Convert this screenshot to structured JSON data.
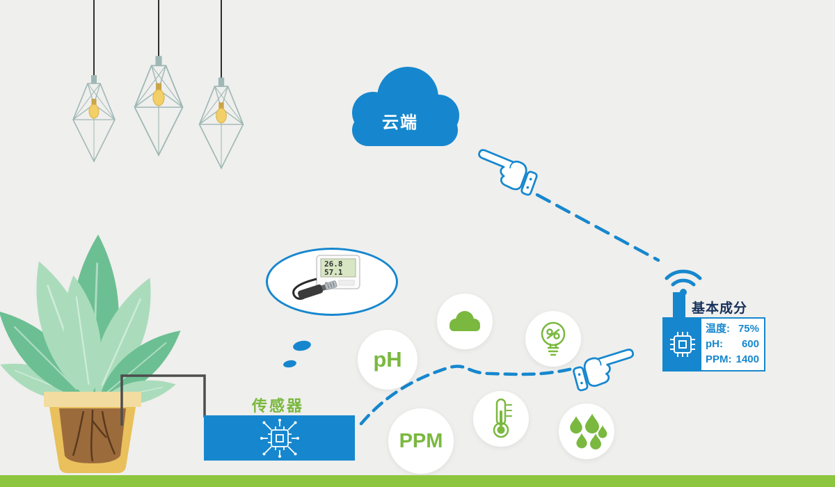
{
  "scene": {
    "background_color": "#efefed",
    "footer_color": "#8cc63f"
  },
  "cloud": {
    "label": "云端"
  },
  "device_panel": {
    "title": "基本成分",
    "readings": [
      {
        "label": "温度:",
        "value": "75%"
      },
      {
        "label": "pH:",
        "value": "600"
      },
      {
        "label": "PPM:",
        "value": "1400"
      }
    ]
  },
  "sensor_photo": {
    "display_top": "26.8",
    "display_bottom": "57.1"
  },
  "sensor_box": {
    "label": "传感器"
  },
  "bubbles": {
    "ph": "pH",
    "ppm": "PPM"
  },
  "icons": {
    "cloud": "cloud-icon",
    "lightbulb": "lightbulb-icon",
    "thermometer": "thermometer-icon",
    "water_drops": "water-drops-icon",
    "chip": "chip-icon",
    "circuit_chip": "circuit-chip-icon",
    "wifi": "wifi-icon",
    "hand_pointer": "hand-pointer-icon",
    "pendant_lamp": "pendant-lamp-icon",
    "plant": "plant-illustration",
    "sensor_probe": "sensor-probe-icon"
  },
  "colors": {
    "primary_blue": "#1687ce",
    "accent_green": "#7ab83f",
    "leaf_light": "#aadcbb",
    "leaf_dark": "#6cbf92",
    "pot_tan": "#e9c05c",
    "soil_brown": "#9c6b3c",
    "footer_green": "#8cc63f"
  }
}
